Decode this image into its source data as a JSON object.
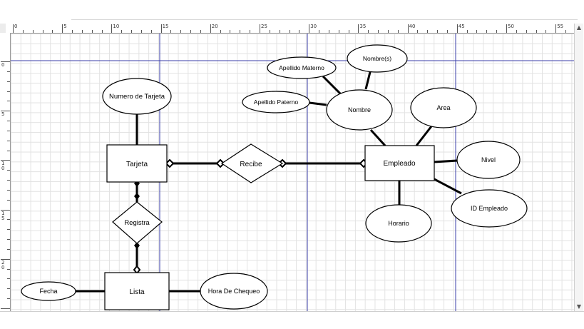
{
  "ruler": {
    "horizontal_labels": [
      "0",
      "5",
      "10",
      "15",
      "20",
      "25",
      "30",
      "35",
      "40",
      "45",
      "50",
      "55"
    ],
    "vertical_labels": [
      "0",
      "5",
      "10",
      "15",
      "20"
    ]
  },
  "diagram": {
    "entities": {
      "tarjeta": "Tarjeta",
      "empleado": "Empleado",
      "lista": "Lista"
    },
    "relationships": {
      "recibe": "Recibe",
      "registra": "Registra"
    },
    "attributes": {
      "numero_tarjeta": "Numero de Tarjeta",
      "apellido_materno": "Apellido Materno",
      "nombres": "Nombre(s)",
      "apellido_paterno": "Apellido Paterno",
      "nombre": "Nombre",
      "area": "Area",
      "nivel": "Nivel",
      "id_empleado": "ID Empleado",
      "horario": "Horario",
      "fecha": "Fecha",
      "hora_chequeo": "Hora De Chequeo"
    }
  },
  "colors": {
    "guide": "#3b3fa8",
    "grid": "#e2e2e2",
    "stroke": "#000000"
  }
}
